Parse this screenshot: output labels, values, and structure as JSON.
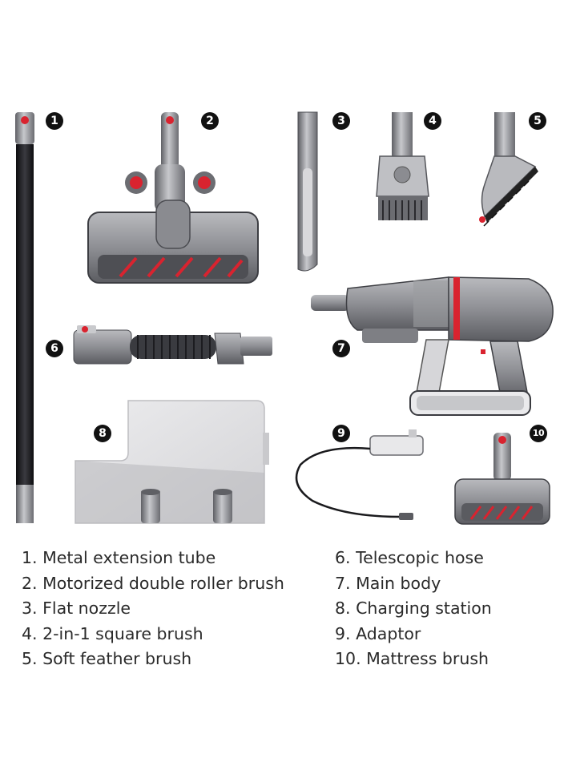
{
  "badges": {
    "b1": "1",
    "b2": "2",
    "b3": "3",
    "b4": "4",
    "b5": "5",
    "b6": "6",
    "b7": "7",
    "b8": "8",
    "b9": "9",
    "b10": "10"
  },
  "legend": {
    "left": [
      "1. Metal extension tube",
      "2. Motorized double roller brush",
      "3. Flat nozzle",
      "4. 2-in-1 square brush",
      "5. Soft feather brush"
    ],
    "right": [
      "6. Telescopic hose",
      "7. Main body",
      "8. Charging station",
      "9. Adaptor",
      "10. Mattress brush"
    ]
  },
  "colors": {
    "accent_red": "#d9232f",
    "tube_black": "#1b1b1f",
    "metal_gray": "#8c8d92",
    "dark_gray": "#55565b",
    "light_gray": "#d9d9dc"
  }
}
